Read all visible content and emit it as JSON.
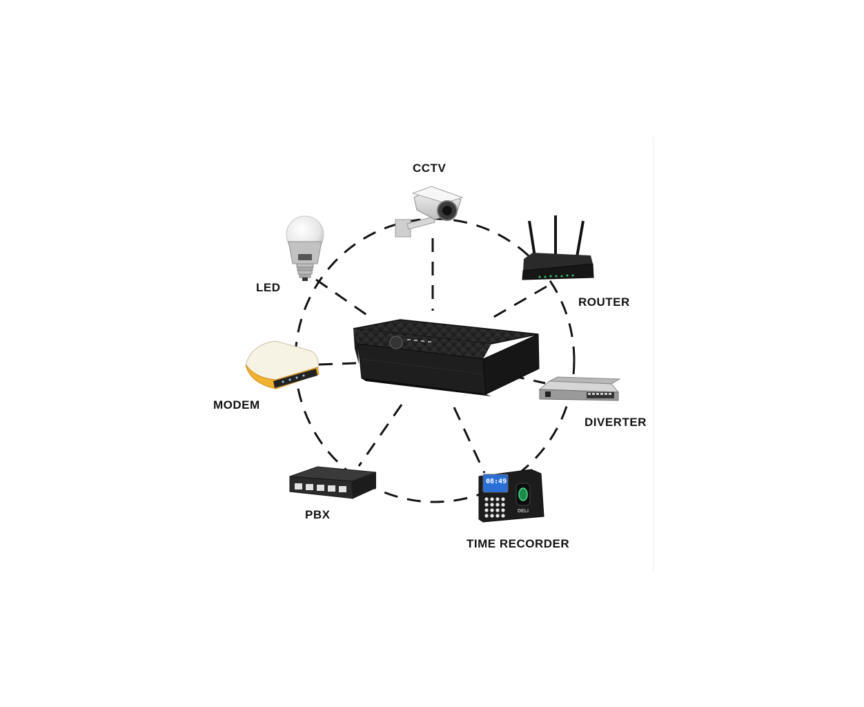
{
  "devices": {
    "cctv": {
      "label": "CCTV",
      "icon": "cctv-camera-icon"
    },
    "router": {
      "label": "ROUTER",
      "icon": "wifi-router-icon"
    },
    "diverter": {
      "label": "DIVERTER",
      "icon": "rack-switch-icon"
    },
    "time_recorder": {
      "label": "TIME RECORDER",
      "icon": "fingerprint-time-clock-icon",
      "screen_text": "08:49",
      "brand": "DELI"
    },
    "pbx": {
      "label": "PBX",
      "icon": "ethernet-switch-icon"
    },
    "modem": {
      "label": "MODEM",
      "icon": "modem-icon"
    },
    "led": {
      "label": "LED",
      "icon": "led-bulb-icon"
    }
  },
  "center": {
    "icon": "mini-ups-icon"
  },
  "colors": {
    "line": "#111111",
    "device_dark": "#1c1c1c",
    "modem_accent": "#f2b230",
    "screen_blue": "#2a6fd6"
  }
}
